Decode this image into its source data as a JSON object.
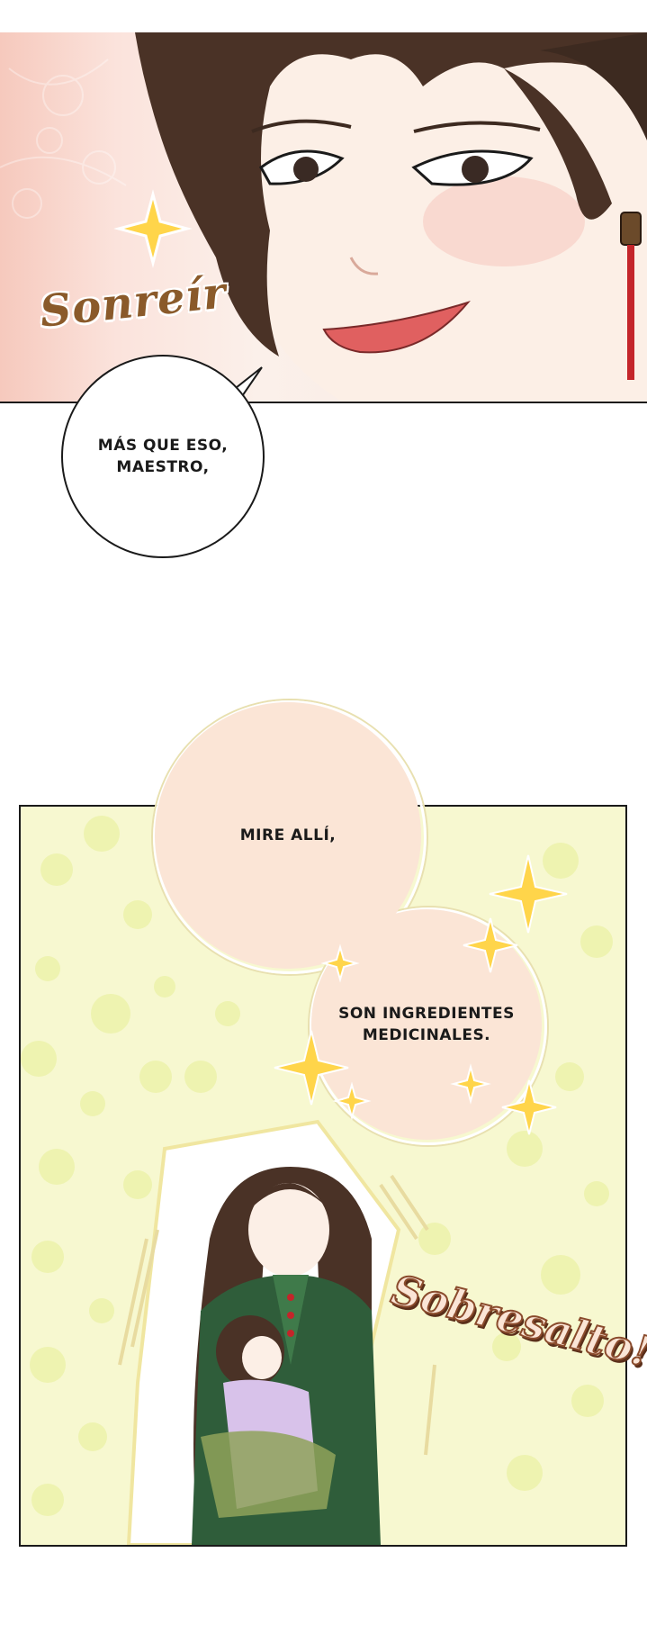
{
  "panel_top": {
    "sfx": "Sonreír"
  },
  "bubble_1": {
    "line1": "MÁS QUE ESO,",
    "line2": "MAESTRO,"
  },
  "bubble_2": {
    "line1": "MIRE ALLÍ,"
  },
  "bubble_3": {
    "line1": "SON INGREDIENTES",
    "line2": "MEDICINALES."
  },
  "panel_bottom": {
    "sfx": "Sobresalto!"
  },
  "colors": {
    "top_bg": "#f6c9bd",
    "bottom_bg": "#f7f8d0",
    "bubble_fill": "#fbe5d6",
    "sparkle": "#ffd54a",
    "hair": "#4a3226"
  }
}
